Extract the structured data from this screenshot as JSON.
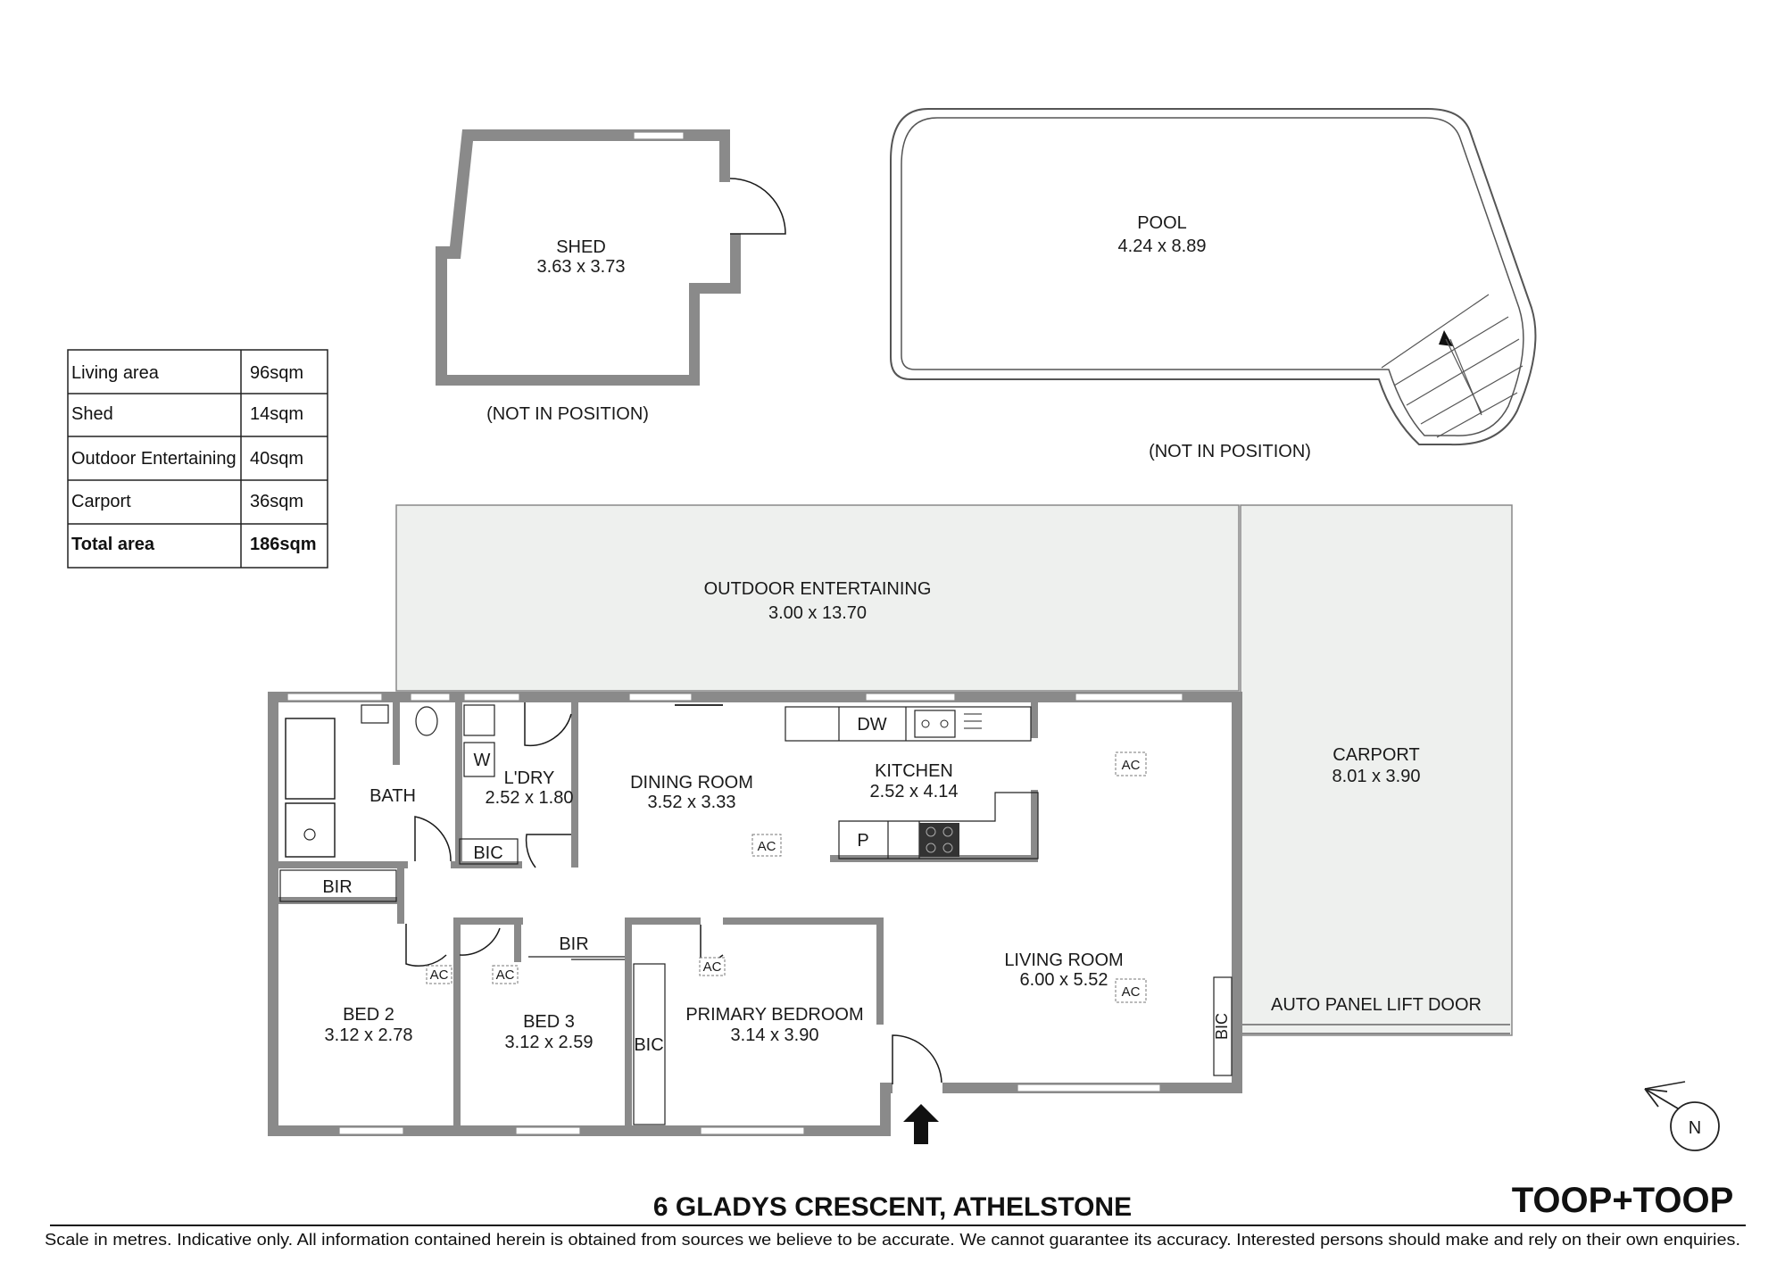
{
  "area_table": {
    "rows": [
      {
        "label": "Living area",
        "value": "96sqm"
      },
      {
        "label": "Shed",
        "value": "14sqm"
      },
      {
        "label": "Outdoor Entertaining",
        "value": "40sqm"
      },
      {
        "label": "Carport",
        "value": "36sqm"
      }
    ],
    "total": {
      "label": "Total area",
      "value": "186sqm"
    }
  },
  "shed": {
    "name": "SHED",
    "dims": "3.63 x 3.73",
    "note": "(NOT IN POSITION)"
  },
  "pool": {
    "name": "POOL",
    "dims": "4.24 x 8.89",
    "note": "(NOT IN POSITION)"
  },
  "rooms": {
    "outdoor": {
      "name": "OUTDOOR ENTERTAINING",
      "dims": "3.00 x 13.70"
    },
    "carport": {
      "name": "CARPORT",
      "dims": "8.01 x 3.90",
      "door": "AUTO PANEL LIFT DOOR"
    },
    "bath": {
      "name": "BATH"
    },
    "laundry": {
      "name": "L'DRY",
      "dims": "2.52 x 1.80",
      "w": "W",
      "bic": "BIC"
    },
    "dining": {
      "name": "DINING ROOM",
      "dims": "3.52 x 3.33"
    },
    "kitchen": {
      "name": "KITCHEN",
      "dims": "2.52 x 4.14",
      "dw": "DW",
      "p": "P"
    },
    "living": {
      "name": "LIVING ROOM",
      "dims": "6.00 x 5.52",
      "bic": "BIC"
    },
    "bed2": {
      "name": "BED 2",
      "dims": "3.12 x 2.78",
      "bir": "BIR"
    },
    "bed3": {
      "name": "BED 3",
      "dims": "3.12 x 2.59",
      "bir": "BIR"
    },
    "primary": {
      "name": "PRIMARY BEDROOM",
      "dims": "3.14 x 3.90",
      "bic": "BIC"
    }
  },
  "ac_label": "AC",
  "compass": "N",
  "address": "6 GLADYS CRESCENT, ATHELSTONE",
  "brand": "TOOP+TOOP",
  "disclaimer": "Scale in metres. Indicative only. All information contained herein is obtained from sources we believe to be accurate. We cannot guarantee its accuracy. Interested persons should make and rely on their own enquiries.",
  "colors": {
    "wall": "#8a8a8a",
    "outdoor_fill": "#eef0ee",
    "ink": "#111111"
  }
}
